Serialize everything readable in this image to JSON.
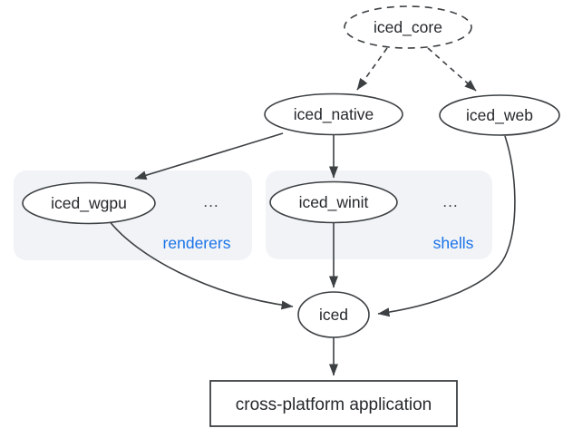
{
  "diagram": {
    "nodes": {
      "core": {
        "label": "iced_core"
      },
      "native": {
        "label": "iced_native"
      },
      "web": {
        "label": "iced_web"
      },
      "wgpu": {
        "label": "iced_wgpu"
      },
      "winit": {
        "label": "iced_winit"
      },
      "iced": {
        "label": "iced"
      },
      "app": {
        "label": "cross-platform application"
      }
    },
    "groups": {
      "renderers": {
        "label": "renderers",
        "more": "..."
      },
      "shells": {
        "label": "shells",
        "more": "..."
      }
    },
    "colors": {
      "node_stroke": "#3c4043",
      "edge": "#3c4043",
      "text": "#25282c",
      "group_fill": "#f1f3f7",
      "group_label": "#1a73e8",
      "background": "#ffffff"
    }
  }
}
